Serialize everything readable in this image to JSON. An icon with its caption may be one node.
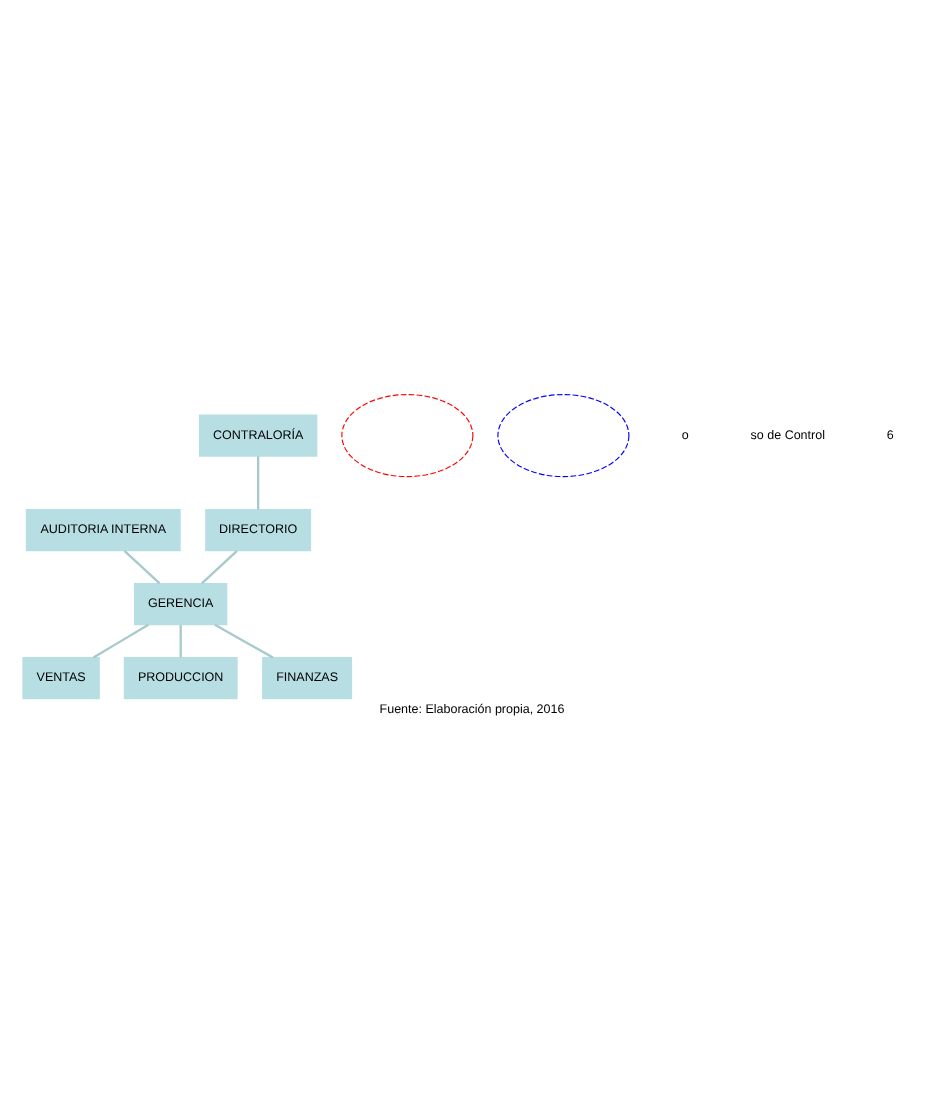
{
  "diagram": {
    "caption": "Fuente: Elaboración propia, 2016",
    "nodes": [
      {
        "text": [
          "DIRECTORIO"
        ]
      },
      {
        "text": [
          "CONTRALORÍA"
        ]
      },
      {
        "text": [
          "GERENCIA"
        ]
      },
      {
        "text": [
          "AUDITORIA INTERNA"
        ]
      },
      {
        "text": [
          "VENTAS"
        ]
      },
      {
        "text": [
          "PRODUCCION"
        ]
      },
      {
        "text": [
          "FINANZAS"
        ]
      },
      {
        "text": [],
        "shape": "ellipse"
      },
      {
        "text": [],
        "shape": "ellipse"
      }
    ],
    "edges": [
      {
        "from": 1,
        "to": 0,
        "arrow": "none"
      },
      {
        "from": 0,
        "to": 2,
        "arrow": "none"
      },
      {
        "from": 3,
        "to": 2,
        "arrow": "none"
      },
      {
        "from": 2,
        "to": 4,
        "arrow": "none"
      },
      {
        "from": 2,
        "to": 5,
        "arrow": "none"
      },
      {
        "from": 2,
        "to": 6,
        "arrow": "none"
      }
    ],
    "labels": [
      "o",
      "so de Control",
      "6"
    ]
  }
}
